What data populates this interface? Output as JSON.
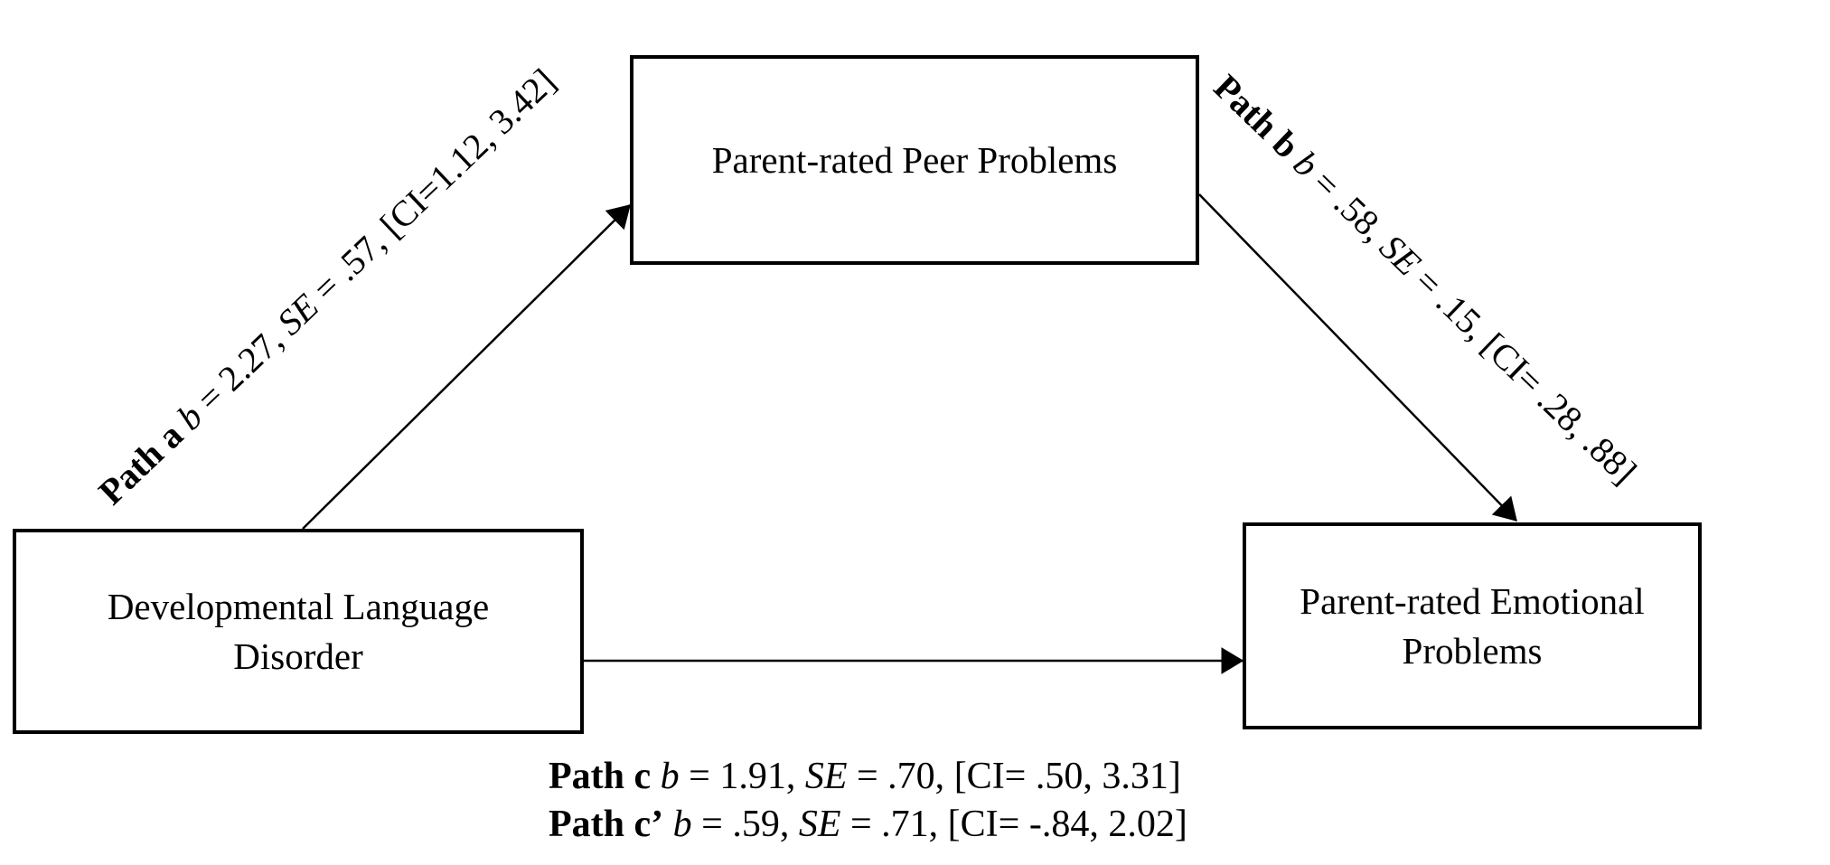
{
  "diagram": {
    "boxes": {
      "predictor": {
        "label": "Developmental Language Disorder"
      },
      "mediator": {
        "label": "Parent-rated Peer Problems"
      },
      "outcome": {
        "label": "Parent-rated Emotional Problems"
      }
    },
    "path_labels": {
      "a": {
        "name": "Path a",
        "b_symbol": "b",
        "b_value": "= 2.27,",
        "se_symbol": "SE",
        "se_value": "= .57,",
        "ci": "[CI=1.12, 3.42]"
      },
      "b": {
        "name": "Path b",
        "b_symbol": "b",
        "b_value": "= .58,",
        "se_symbol": "SE",
        "se_value": "= .15,",
        "ci": "[CI= .28, .88]"
      },
      "c": {
        "name": "Path c",
        "b_symbol": "b",
        "b_value": "= 1.91,",
        "se_symbol": "SE",
        "se_value": "= .70,",
        "ci": "[CI= .50, 3.31]"
      },
      "c_prime": {
        "name": "Path c’",
        "b_symbol": "b",
        "b_value": "= .59,",
        "se_symbol": "SE",
        "se_value": "= .71,",
        "ci": "[CI= -.84, 2.02]"
      }
    },
    "colors": {
      "ink": "#000000",
      "background": "#ffffff"
    }
  }
}
